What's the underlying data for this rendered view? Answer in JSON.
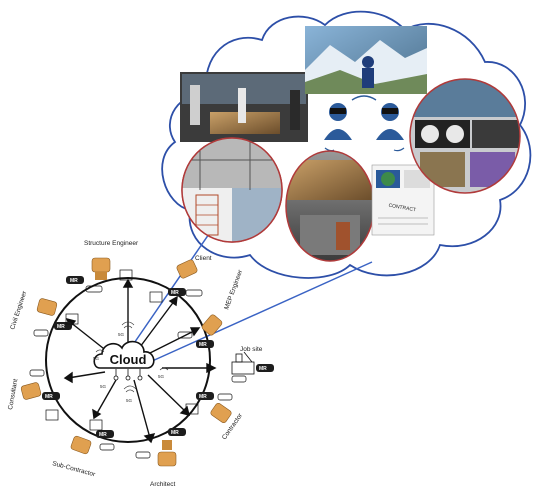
{
  "hub": {
    "label": "Cloud",
    "tags": [
      "5G",
      "5G",
      "5G",
      "5G",
      "5G"
    ]
  },
  "headset_tag": "MR",
  "roles": {
    "structure": "Structure Engineer",
    "client": "Client",
    "mep": "MEP Engineer",
    "jobsite": "Job site",
    "contractor": "Contractor",
    "architect": "Architect",
    "subcontractor": "Sub-Contractor",
    "consultant": "Consultant",
    "civil": "Civil Engineer"
  },
  "collage": {
    "panel_word": "CONTRACT"
  }
}
